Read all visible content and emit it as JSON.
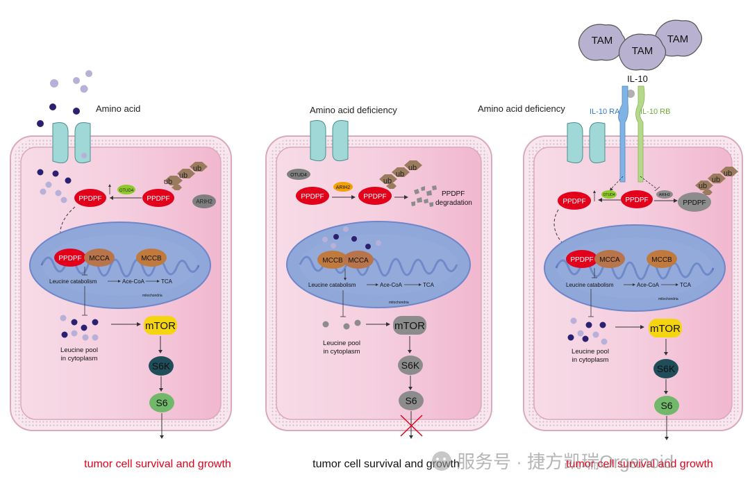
{
  "colors": {
    "cell_outer": "#f3d9e6",
    "cell_inner": "#f7c6da",
    "membrane_dot": "#c89aac",
    "mito_fill": "#8fa7d9",
    "mito_inner": "#6f86c9",
    "ppdpf": "#e2001a",
    "mcca": "#b8744a",
    "mccb": "#c07a3e",
    "otud4": "#8ecb2a",
    "arih2": "#7f7f7f",
    "arih2_orange": "#f2a100",
    "ub": "#9a7b5e",
    "mtor_active": "#f5d410",
    "s6k_active": "#1f4d5a",
    "s6_active": "#72b86a",
    "inactive_gray": "#8c8c8c",
    "channel": "#9fd8d6",
    "amino_dark": "#2c2170",
    "amino_light": "#b7b0d8",
    "il10ra": "#7fb3e6",
    "il10rb": "#b5d98a",
    "tam": "#b8b2d0",
    "red_text": "#e2001a",
    "cross": "#e2001a"
  },
  "panel1": {
    "header": "Amino acid",
    "ppdpf_cyto": "PPDPF",
    "otud4": "OTUD4",
    "ppdpf_ub": "PPDPF",
    "ub1": "ub",
    "ub2": "ub",
    "ub3": "ub",
    "arih2": "ARIH2",
    "ppdpf_mito": "PPDPF",
    "mcca": "MCCA",
    "mccb": "MCCB",
    "leucine_catabolism": "Leucine catabolism",
    "ace_coa": "Ace-CoA",
    "tca": "TCA",
    "mitochondria": "mitochondria",
    "mtor": "mTOR",
    "s6k": "S6K",
    "s6": "S6",
    "pool_line1": "Leucine pool",
    "pool_line2": "in cytoplasm",
    "footer": "tumor cell survival and growth"
  },
  "panel2": {
    "header": "Amino acid deficiency",
    "otud4": "OTUD4",
    "ppdpf_left": "PPDPF",
    "arih2": "ARIH2",
    "ppdpf_ub": "PPDPF",
    "ub1": "ub",
    "ub2": "ub",
    "ub3": "ub",
    "degradation_line1": "PPDPF",
    "degradation_line2": "degradation",
    "mccb": "MCCB",
    "mcca": "MCCA",
    "leucine_catabolism": "Leucine catabolism",
    "ace_coa": "Ace-CoA",
    "tca": "TCA",
    "mitochondria": "mitochondria",
    "mtor": "mTOR",
    "s6k": "S6K",
    "s6": "S6",
    "pool_line1": "Leucine pool",
    "pool_line2": "in cytoplasm",
    "footer": "tumor cell survival and growth"
  },
  "panel3": {
    "header": "Amino acid deficiency",
    "tam1": "TAM",
    "tam2": "TAM",
    "tam3": "TAM",
    "il10": "IL-10",
    "il10ra": "IL-10 RA",
    "il10rb": "IL-10 RB",
    "ppdpf_cyto": "PPDPF",
    "otud4": "OTUD4",
    "ppdpf_center": "PPDPF",
    "arih2": "ARIH2",
    "ppdpf_gray": "PPDPF",
    "ub1": "ub",
    "ub2": "ub",
    "ub3": "ub",
    "ppdpf_mito": "PPDPF",
    "mcca": "MCCA",
    "mccb": "MCCB",
    "leucine_catabolism": "Leucine catabolism",
    "ace_coa": "Ace-CoA",
    "tca": "TCA",
    "mitochondria": "mitochondria",
    "mtor": "mTOR",
    "s6k": "S6K",
    "s6": "S6",
    "pool_line1": "Leucine pool",
    "pool_line2": "in cytoplasm",
    "footer": "tumor cell survival and growth"
  },
  "watermark": "服务号 · 捷方凯瑞Organoid"
}
